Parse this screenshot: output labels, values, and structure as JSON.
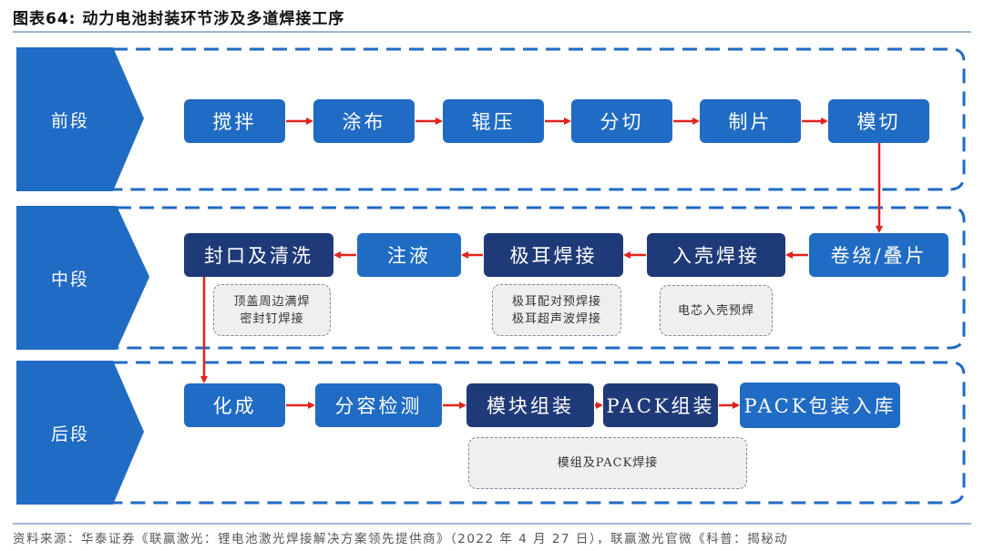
{
  "title": "图表64:  动力电池封装环节涉及多道焊接工序",
  "footer": "资料来源：华泰证券《联赢激光：锂电池激光焊接解决方案领先提供商》（2022 年 4 月 27 日），联赢激光官微《科普：揭秘动",
  "colors": {
    "stage_blue": "#206bc4",
    "dark_navy": "#1f3a78",
    "arrow_red": "#e0241b",
    "frame_dash": "#206bc4",
    "note_bg": "#efefef"
  },
  "stages": [
    {
      "label": "前段",
      "steps": [
        {
          "label": "搅拌",
          "style": "light"
        },
        {
          "label": "涂布",
          "style": "light"
        },
        {
          "label": "辊压",
          "style": "light"
        },
        {
          "label": "分切",
          "style": "light"
        },
        {
          "label": "制片",
          "style": "light"
        },
        {
          "label": "模切",
          "style": "light"
        }
      ]
    },
    {
      "label": "中段",
      "steps": [
        {
          "label": "封口及清洗",
          "style": "dark"
        },
        {
          "label": "注液",
          "style": "light"
        },
        {
          "label": "极耳焊接",
          "style": "dark"
        },
        {
          "label": "入壳焊接",
          "style": "dark"
        },
        {
          "label": "卷绕/叠片",
          "style": "light"
        }
      ],
      "notes": [
        {
          "lines": [
            "顶盖周边满焊",
            "密封钉焊接"
          ]
        },
        {
          "lines": [
            "极耳配对预焊接",
            "极耳超声波焊接"
          ]
        },
        {
          "lines": [
            "电芯入壳预焊"
          ]
        }
      ]
    },
    {
      "label": "后段",
      "steps": [
        {
          "label": "化成",
          "style": "light"
        },
        {
          "label": "分容检测",
          "style": "light"
        },
        {
          "label": "模块组装",
          "style": "dark"
        },
        {
          "label": "PACK组装",
          "style": "dark"
        },
        {
          "label": "PACK包装入库",
          "style": "light"
        }
      ],
      "notes": [
        {
          "lines": [
            "模组及PACK焊接"
          ]
        }
      ]
    }
  ]
}
